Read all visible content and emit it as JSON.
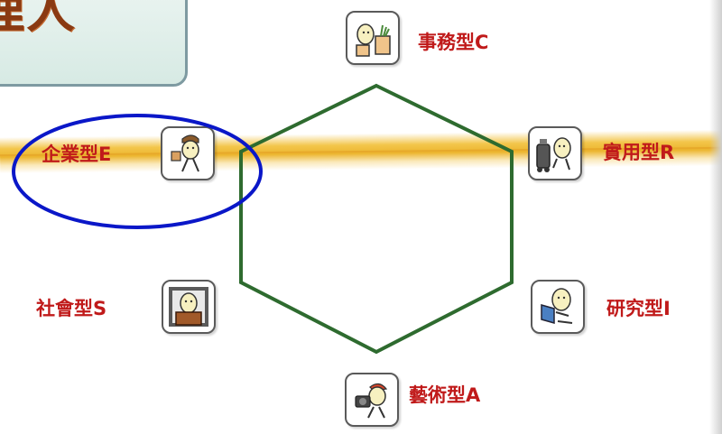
{
  "title": {
    "text": "理人"
  },
  "types": {
    "C": {
      "label": "事務型C",
      "icon": "office-worker-icon"
    },
    "R": {
      "label": "實用型R",
      "icon": "mechanic-icon"
    },
    "I": {
      "label": "研究型I",
      "icon": "reading-researcher-icon"
    },
    "A": {
      "label": "藝術型A",
      "icon": "camera-artist-icon"
    },
    "S": {
      "label": "社會型S",
      "icon": "teacher-icon"
    },
    "E": {
      "label": "企業型E",
      "icon": "businessman-icon"
    }
  },
  "colors": {
    "hexagon": "#2e6b2f",
    "highlight_ellipse": "#0a17c8",
    "label": "#c01a1a",
    "band": "#ecb52e",
    "title": "#8a3a12"
  },
  "highlighted": "E"
}
